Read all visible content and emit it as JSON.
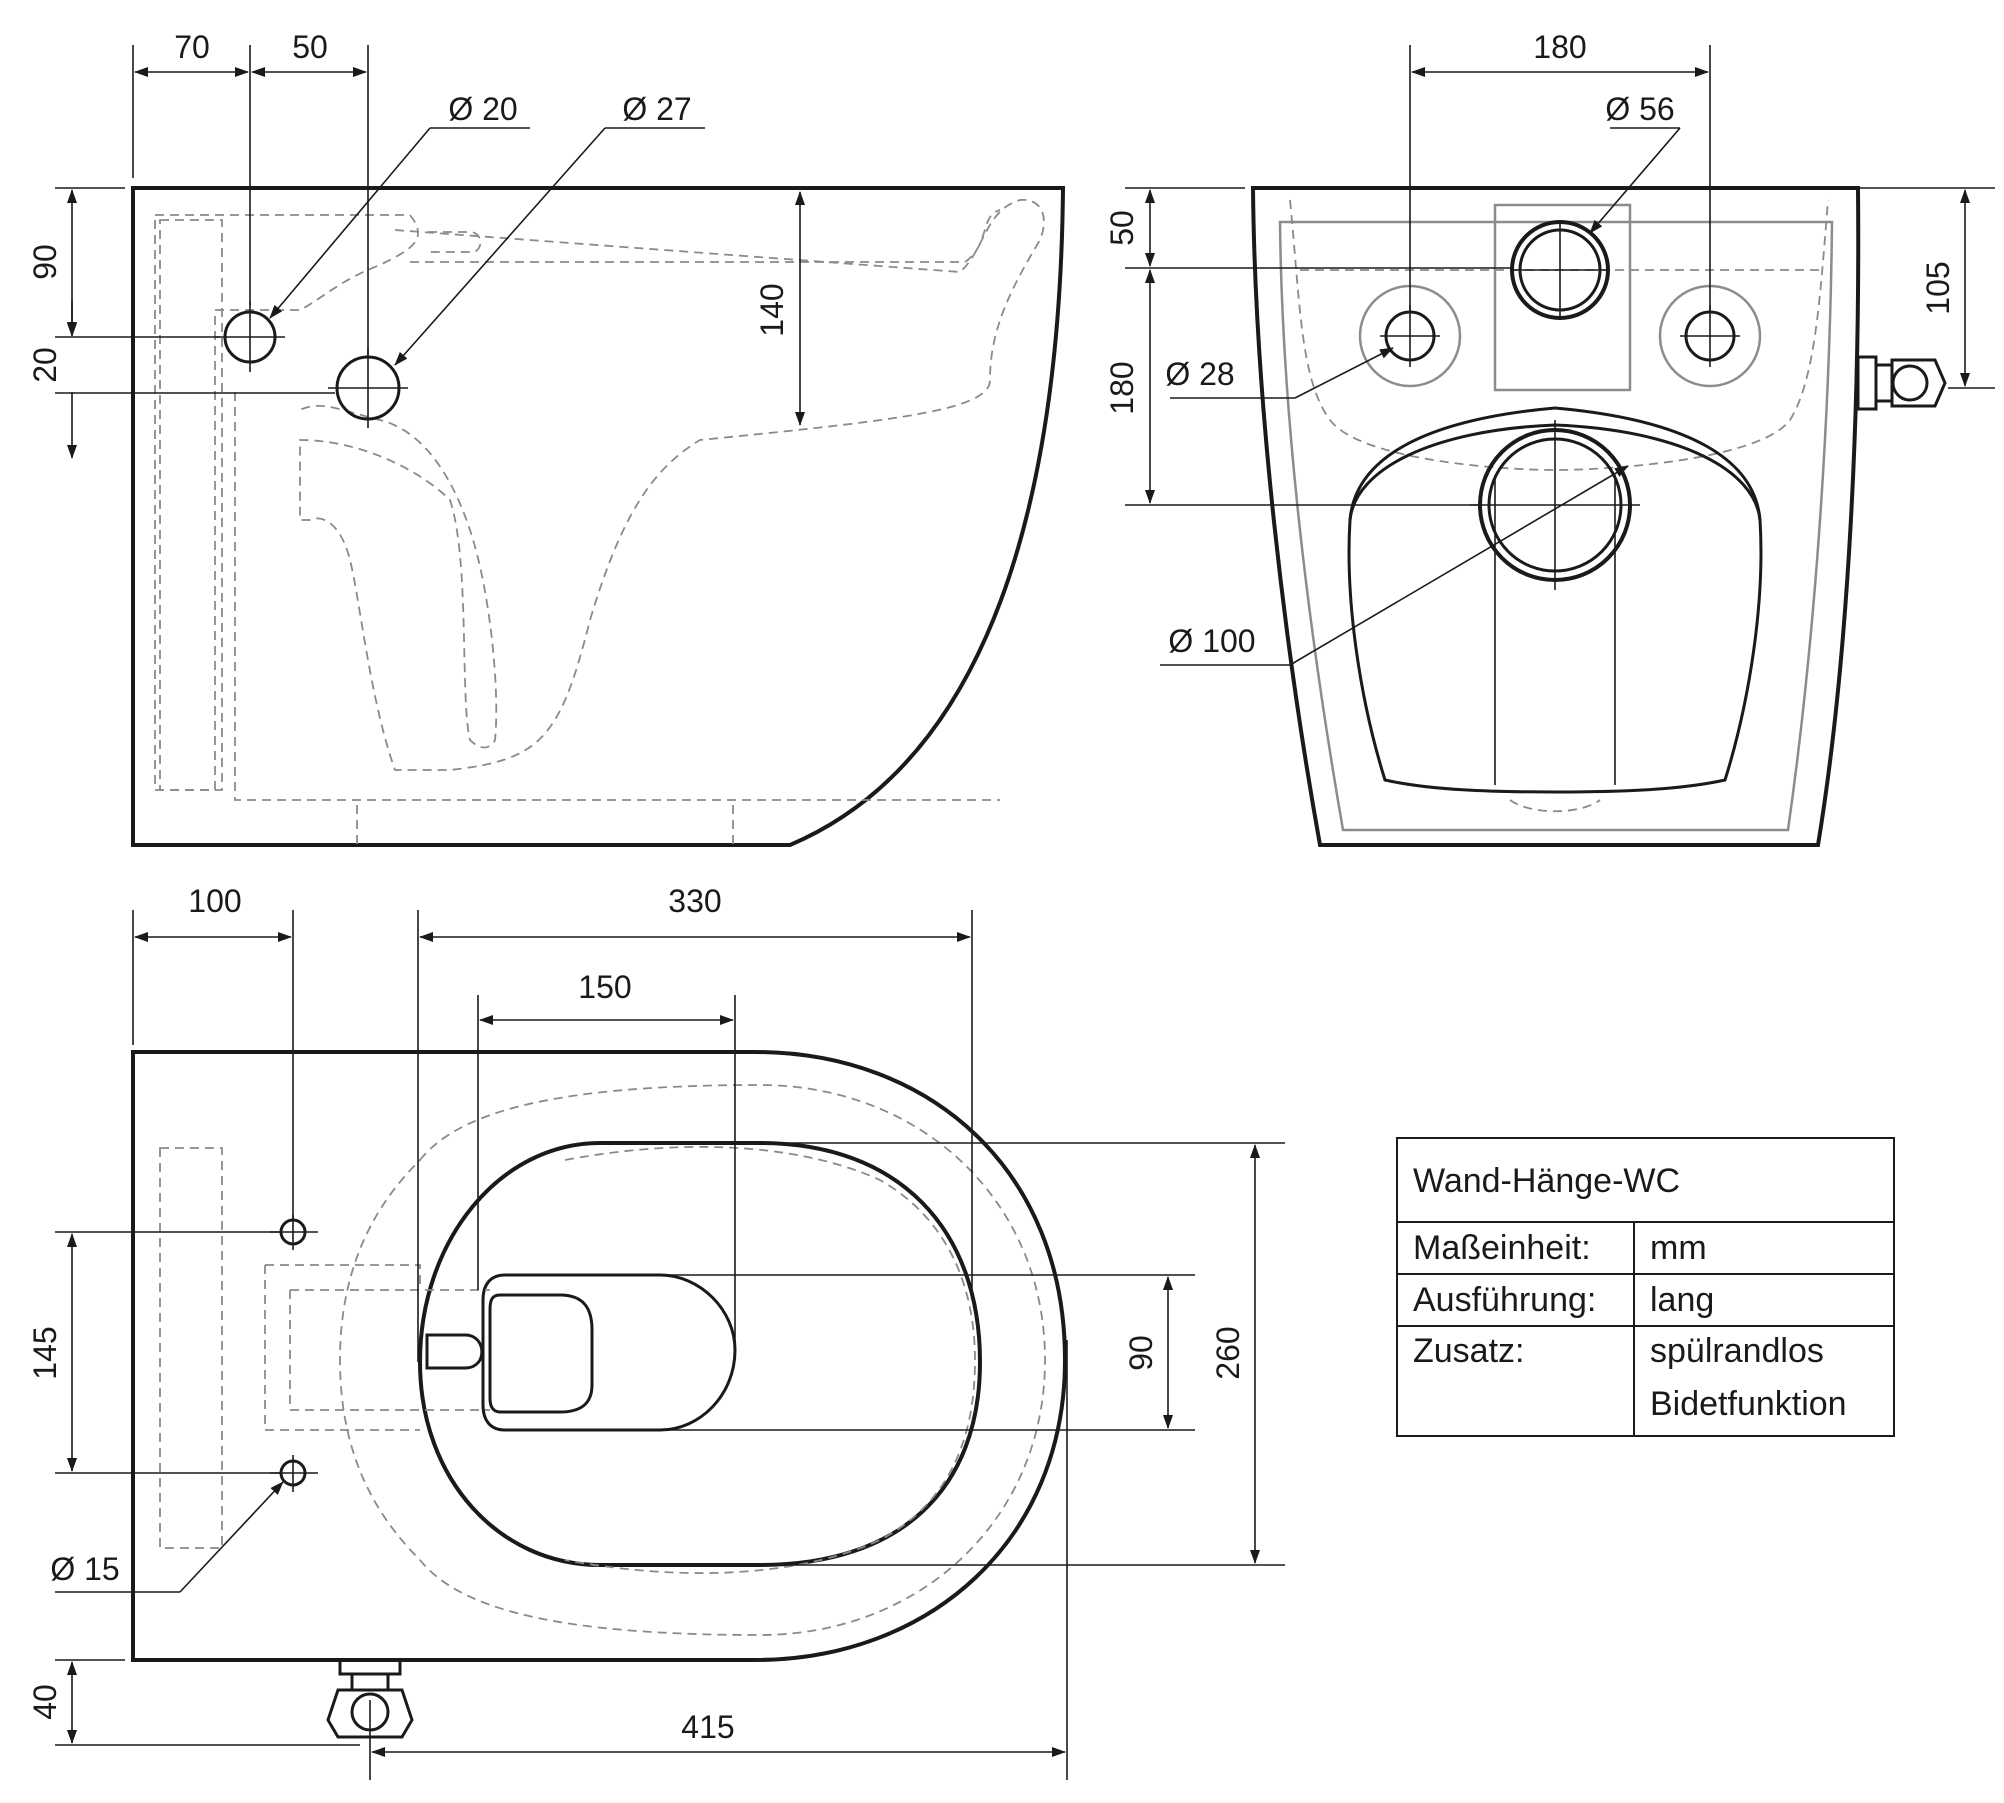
{
  "drawing_title": "",
  "side_view": {
    "dims": [
      "70",
      "50",
      "Ø 20",
      "Ø 27",
      "90",
      "20",
      "140"
    ]
  },
  "front_view": {
    "dims": [
      "180",
      "Ø 56",
      "50",
      "180",
      "105",
      "Ø 28",
      "Ø 100"
    ]
  },
  "top_view": {
    "dims": [
      "100",
      "330",
      "150",
      "145",
      "90",
      "260",
      "Ø 15",
      "40",
      "415"
    ]
  },
  "info_table": {
    "title": "Wand-Hänge-WC",
    "rows": [
      {
        "label": "Maßeinheit:",
        "value": "mm"
      },
      {
        "label": "Ausführung:",
        "value": "lang"
      },
      {
        "label": "Zusatz:",
        "value": "spülrandlos"
      },
      {
        "label": "",
        "value": "Bidetfunktion"
      }
    ]
  }
}
